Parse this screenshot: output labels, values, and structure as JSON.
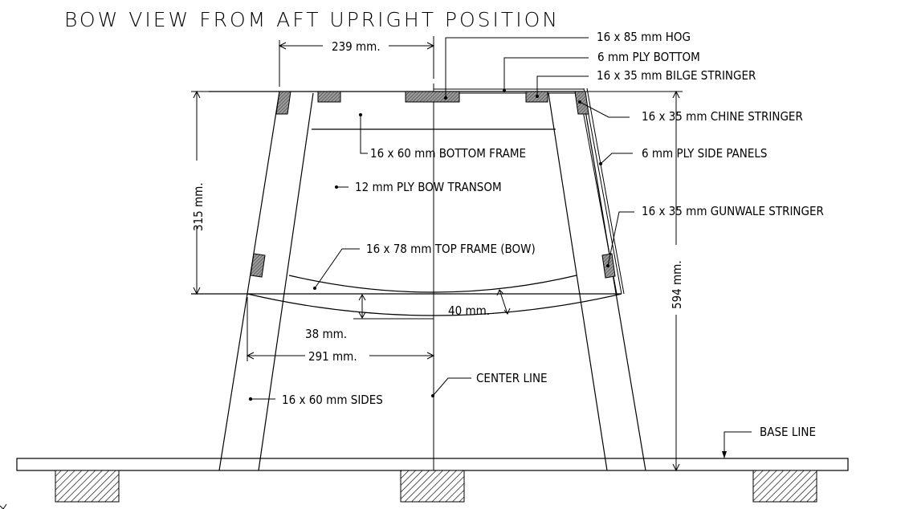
{
  "title": "BOW VIEW FROM AFT UPRIGHT POSITION",
  "labels": {
    "hog": "16 x 85 mm HOG",
    "ply_bottom": "6 mm PLY BOTTOM",
    "bilge_stringer": "16 x 35 mm BILGE STRINGER",
    "chine_stringer": "16 x 35 mm CHINE STRINGER",
    "bottom_frame": "16 x 60 mm BOTTOM FRAME",
    "ply_side_panels": "6 mm PLY SIDE PANELS",
    "bow_transom": "12 mm PLY BOW TRANSOM",
    "gunwale_stringer": "16 x 35 mm GUNWALE STRINGER",
    "top_frame": "16 x 78 mm TOP FRAME (BOW)",
    "sides": "16 x 60 mm SIDES",
    "center_line": "CENTER LINE",
    "base_line": "BASE LINE"
  },
  "dimensions": {
    "top_half_width": "239 mm.",
    "transom_height": "315 mm.",
    "total_height": "594 mm.",
    "bottom_half_width": "291 mm.",
    "camber_left": "38 mm.",
    "camber_right": "40 mm."
  },
  "colors": {
    "line": "#000000",
    "background": "#ffffff",
    "hatch_fill": "#bdbdbd"
  }
}
